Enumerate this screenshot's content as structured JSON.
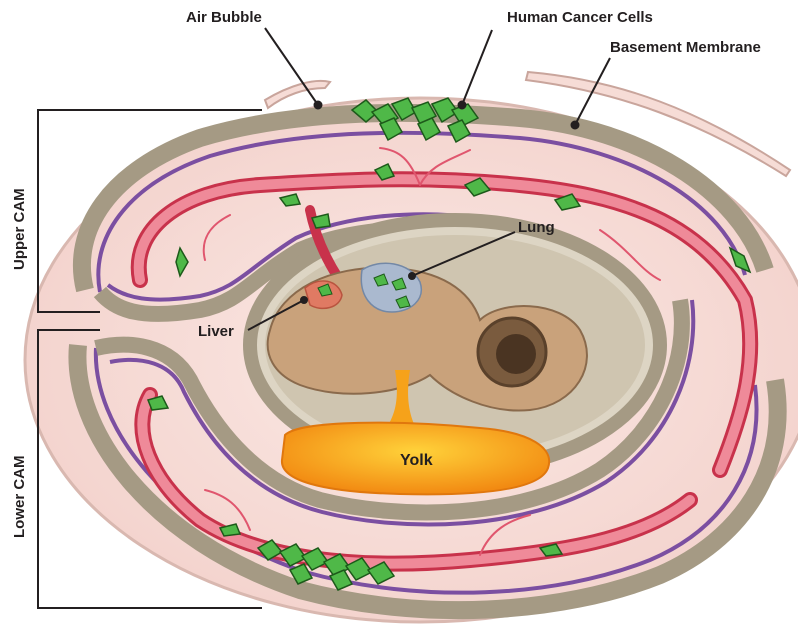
{
  "labels": {
    "air_bubble": "Air Bubble",
    "human_cancer_cells": "Human Cancer Cells",
    "basement_membrane": "Basement Membrane",
    "lung": "Lung",
    "liver": "Liver",
    "yolk": "Yolk",
    "upper_cam": "Upper CAM",
    "lower_cam": "Lower CAM"
  },
  "colors": {
    "shell": "#f4d9d3",
    "albumen": "#f8e1dc",
    "epithelium": "#a59a84",
    "epithelium_cell": "#6d6452",
    "basement_membrane": "#7b4fa1",
    "vessel": "#e8677c",
    "vessel_edge": "#c8324b",
    "embryo": "#c9a27b",
    "yolk": "#f6a21a",
    "cancer_cells": "#4fb848",
    "amnion": "#b8ae9c"
  }
}
